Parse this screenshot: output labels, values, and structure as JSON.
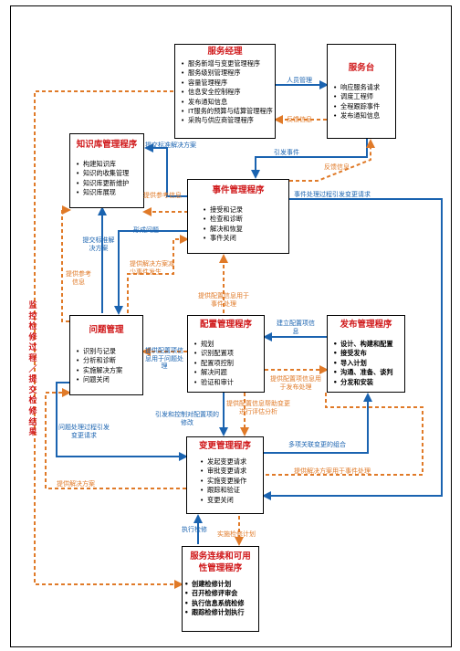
{
  "boxes": {
    "service_manager": {
      "title": "服务经理",
      "items": [
        "服务新增与变更管理程序",
        "服务级别管理程序",
        "容量管理程序",
        "信息安全控制程序",
        "发布通知信息",
        "IT服务的预算与结算管理程序",
        "采购与供应商管理程序"
      ]
    },
    "service_desk": {
      "title": "服务台",
      "items": [
        "响应服务请求",
        "调度工程师",
        "全程跟踪事件",
        "发布通知信息"
      ]
    },
    "knowledge": {
      "title": "知识库管理程序",
      "items": [
        "构建知识库",
        "知识的收集管理",
        "知识库更新维护",
        "知识库展现"
      ]
    },
    "incident": {
      "title": "事件管理程序",
      "items": [
        "接受和记录",
        "检查和诊断",
        "解决和恢复",
        "事件关闭"
      ]
    },
    "problem": {
      "title": "问题管理",
      "items": [
        "识别与记录",
        "分析和诊断",
        "实施解决方案",
        "问题关闭"
      ]
    },
    "config": {
      "title": "配置管理程序",
      "items": [
        "规划",
        "识别配置项",
        "配置项控制",
        "解决问题",
        "验证和审计"
      ]
    },
    "release": {
      "title": "发布管理程序",
      "items": [
        "设计、构建和配置",
        "接受发布",
        "导入计划",
        "沟通、准备、谈判",
        "分发和安装"
      ]
    },
    "change": {
      "title": "变更管理程序",
      "items": [
        "发起变更请求",
        "审批变更请求",
        "实施变更操作",
        "跟踪和验证",
        "变更关闭"
      ]
    },
    "continuity": {
      "title": "服务连续和可用性管理程序",
      "items": [
        "创建检修计划",
        "召开检修评审会",
        "执行信息系统检修",
        "跟踪检修计划执行"
      ]
    }
  },
  "labels": {
    "personnel_mgmt": "人员管理",
    "feedback_info_1": "反馈信息",
    "incident_trigger": "引发事件",
    "feedback_info_2": "反馈信息",
    "provide_standard_solution_top": "提交标准解决方案",
    "incident_triggers_change_request": "事件处理过程引发变更请求",
    "provide_reference_info_1": "提供参考信息",
    "form_problem": "形成问题",
    "provide_standard_solution_left": "提交标准解决方案",
    "provide_solution_reduce": "提供解决方案减少事件发生",
    "provide_reference_info_2": "提供参考信息",
    "provide_config_info_incident": "提供配置信息用于事件处理",
    "build_config_info": "建立配置项信息",
    "provide_config_info_problem": "提供配置项信息用于问题处理",
    "provide_config_info_release": "提供配置项信息用于发布处理",
    "provide_config_info_change": "提供配置信息帮助变更进行评估分析",
    "trigger_control_config_change": "引发和控制对配置项的修改",
    "problem_triggers_change_request": "问题处理过程引发变更请求",
    "multi_related_change_combo": "多项关联变更的组合",
    "provide_solution_for_incident": "提供解决方案用于事件处理",
    "provide_solution": "提供解决方案",
    "execute_maintenance": "执行检修",
    "implement_maintenance_plan": "实施检修计划",
    "side_note": "监控检修过程／提交检修结果"
  },
  "colors": {
    "blue": "#1a63b0",
    "orange": "#e07a28",
    "red": "#d0191b"
  }
}
